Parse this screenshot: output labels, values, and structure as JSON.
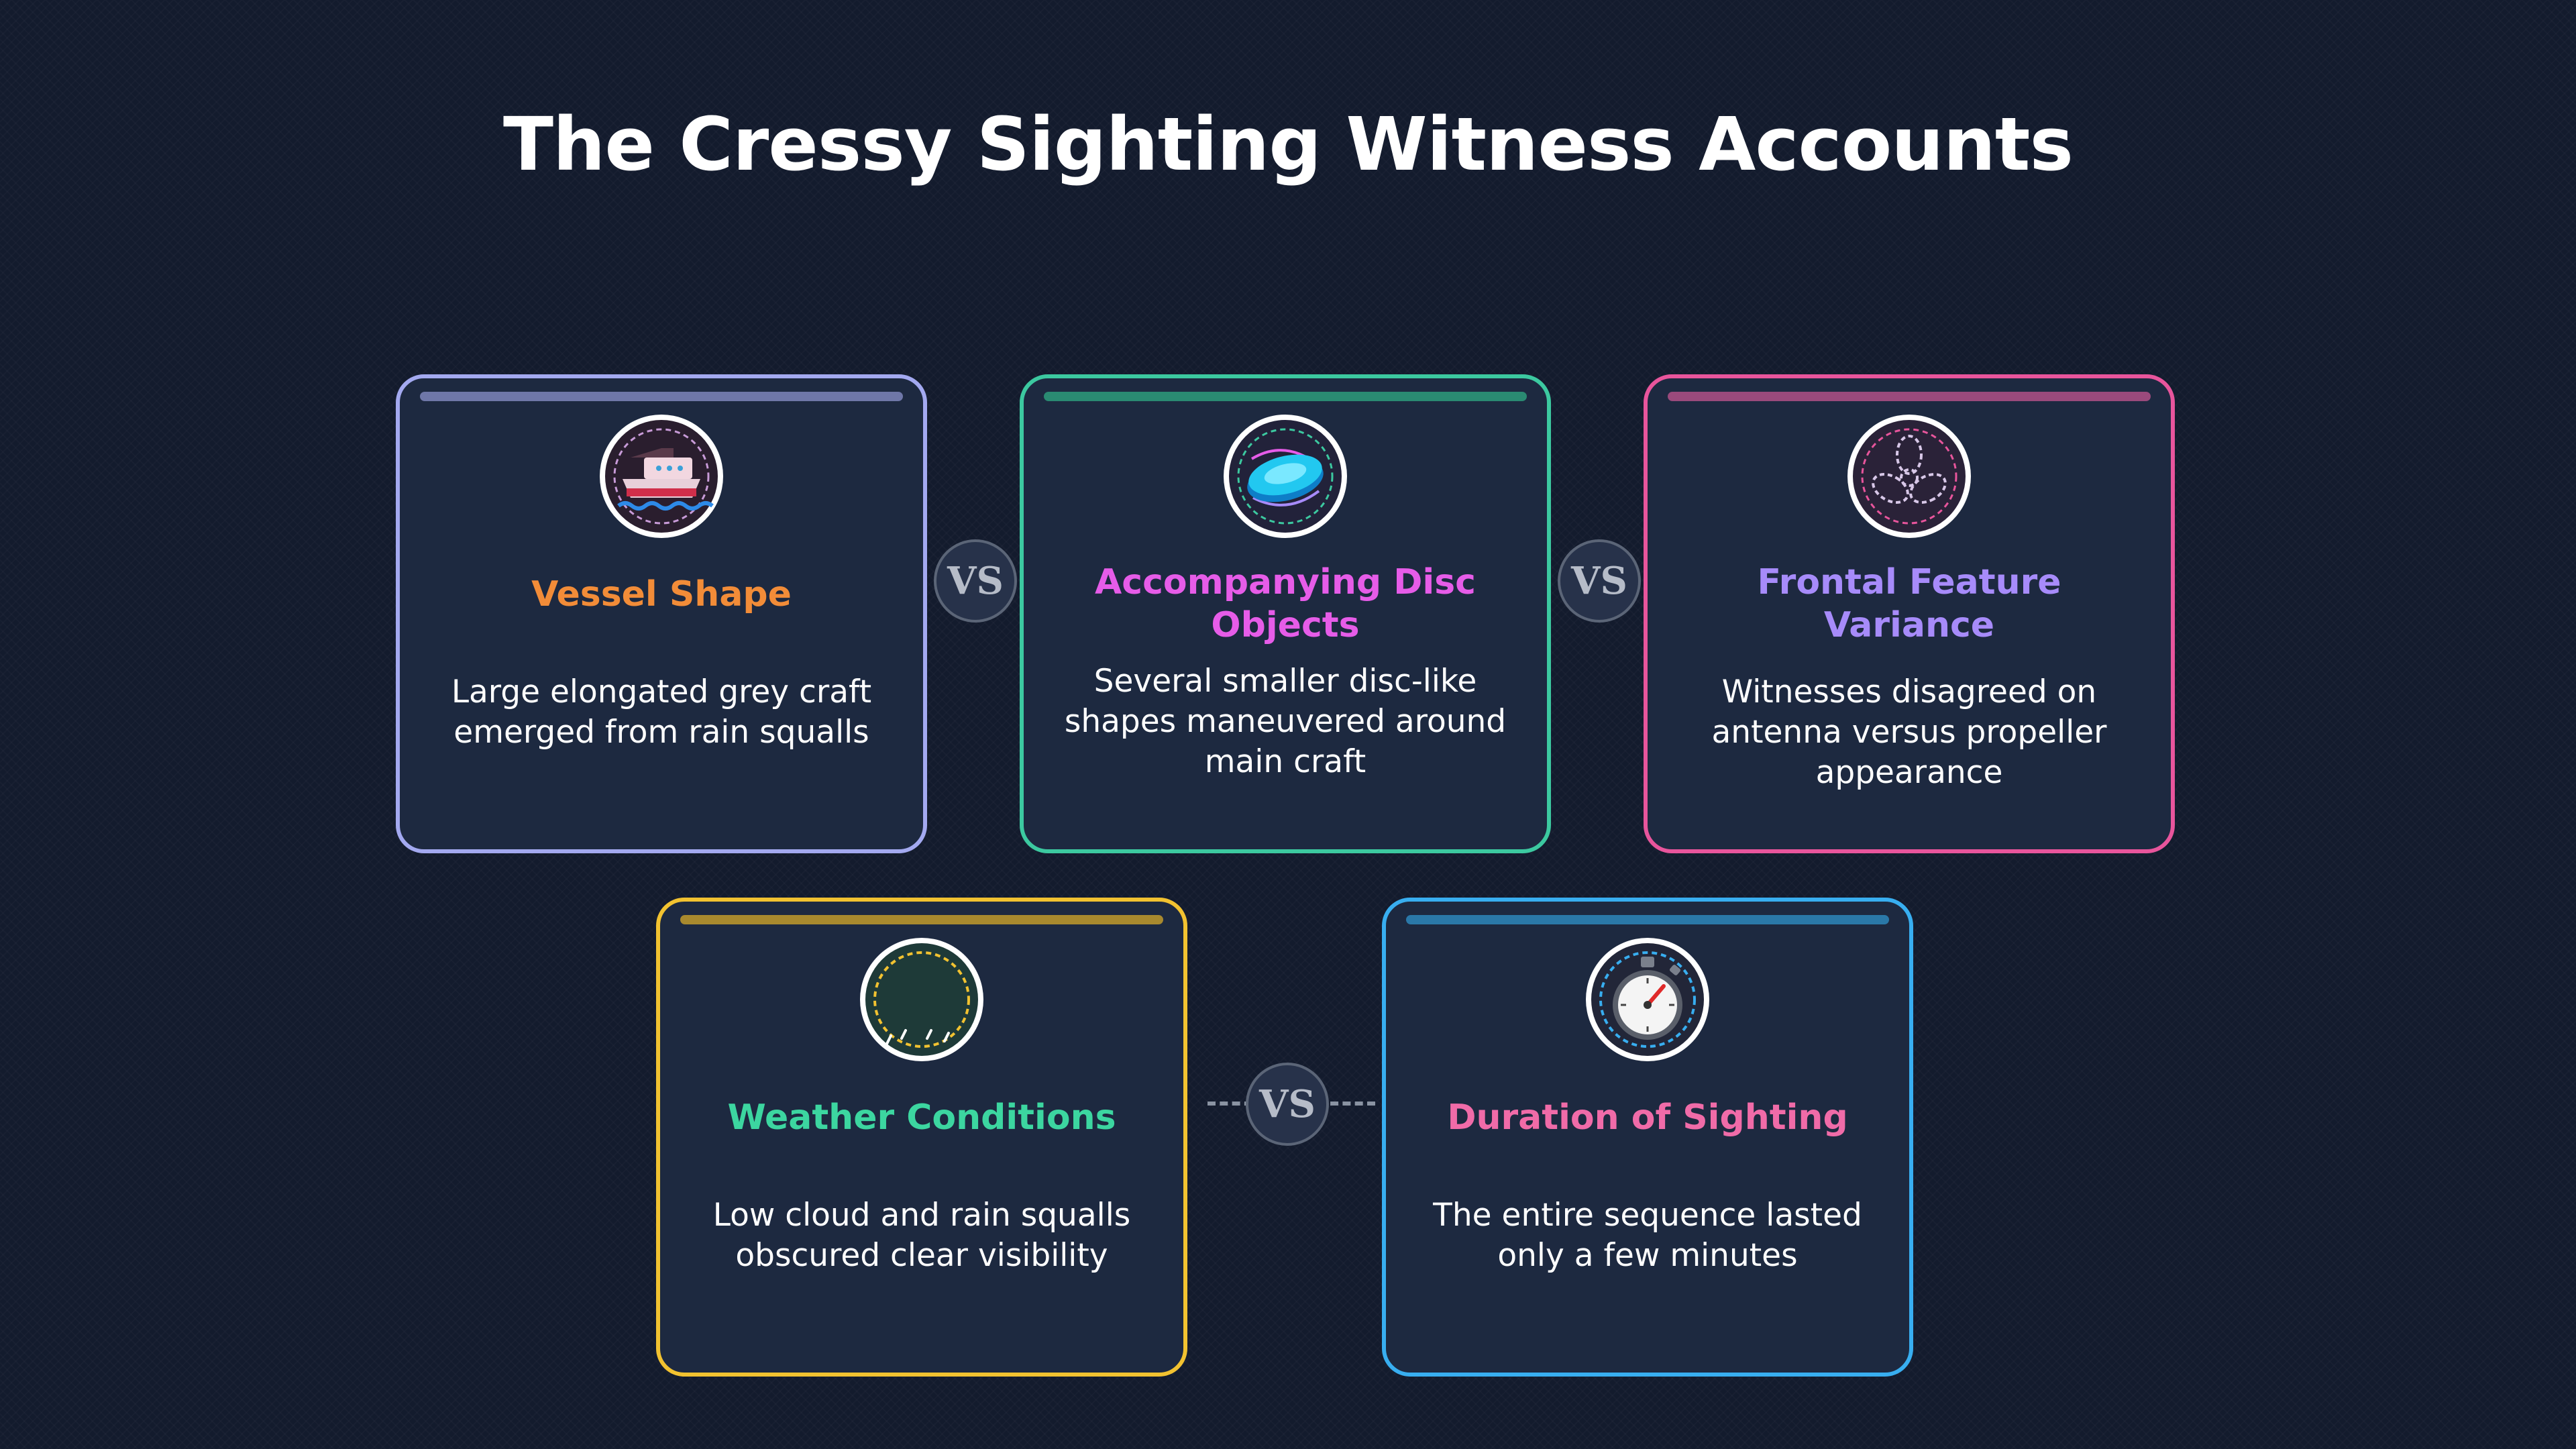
{
  "title": "The Cressy Sighting Witness Accounts",
  "vs_label": "VS",
  "cards": [
    {
      "title": "Vessel Shape",
      "description": "Large elongated grey craft emerged from rain squalls",
      "icon": "ship-icon",
      "border_color": "#a3a9f0",
      "bar_color": "#6f77a8",
      "title_color": "#f28c38"
    },
    {
      "title": "Accompanying Disc Objects",
      "description": "Several smaller disc-like shapes maneuvered around main craft",
      "icon": "disc-icon",
      "border_color": "#3cc9a0",
      "bar_color": "#2a8a72",
      "title_color": "#e65ce8"
    },
    {
      "title": "Frontal Feature Variance",
      "description": "Witnesses disagreed on antenna versus propeller appearance",
      "icon": "propeller-icon",
      "border_color": "#e8559c",
      "bar_color": "#9a4a7c",
      "title_color": "#a78bfa"
    },
    {
      "title": "Weather Conditions",
      "description": "Low cloud and rain squalls obscured clear visibility",
      "icon": "rain-cloud-icon",
      "border_color": "#f2c230",
      "bar_color": "#a8892e",
      "title_color": "#3cd6a0"
    },
    {
      "title": "Duration of Sighting",
      "description": "The entire sequence lasted only a few minutes",
      "icon": "stopwatch-icon",
      "border_color": "#38aef0",
      "bar_color": "#2a78a8",
      "title_color": "#f06ba8"
    }
  ]
}
